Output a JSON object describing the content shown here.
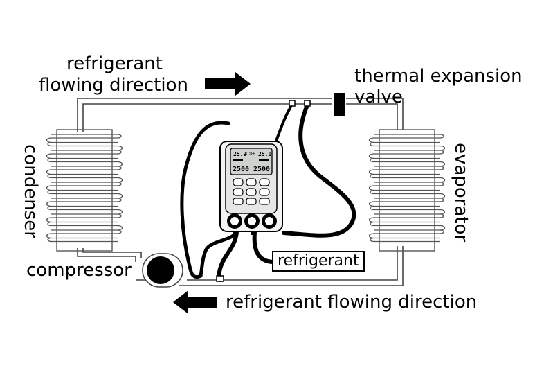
{
  "labels": {
    "top_flow_line1": "refrigerant",
    "top_flow_line2": "flowing direction",
    "valve_line1": "thermal expansion",
    "valve_line2": "valve",
    "condenser": "condenser",
    "evaporator": "evaporator",
    "compressor": "compressor",
    "refrigerant_box": "refrigerant",
    "bottom_flow": "refrigerant flowing direction"
  },
  "gauge_screen": {
    "left_top": "25.9",
    "mid_top": "R SPR",
    "right_top": "25.0",
    "left_bottom": "2500",
    "right_bottom": "2500"
  },
  "colors": {
    "ink": "#000000",
    "pipe": "#555555",
    "device_body": "#e6e6e6",
    "screen": "#cfd2cf",
    "background": "#ffffff"
  }
}
